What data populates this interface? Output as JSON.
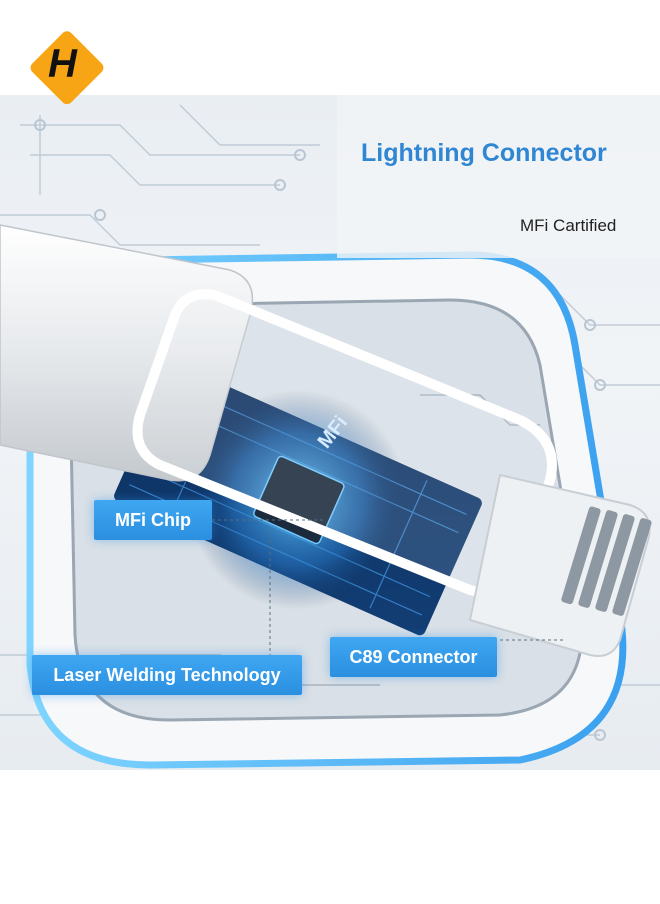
{
  "title": "Lightning Connector",
  "subtitle": "MFi Cartified",
  "chip_label": "MFi",
  "callouts": {
    "mfi_chip": "MFi Chip",
    "laser_welding": "Laser Welding Technology",
    "c89_connector": "C89 Connector"
  },
  "logo": {
    "letter": "H",
    "color": "#f7a515"
  },
  "colors": {
    "accent": "#2f86d3",
    "tag": "#3b9eee",
    "glow": "#4fc3ff"
  }
}
